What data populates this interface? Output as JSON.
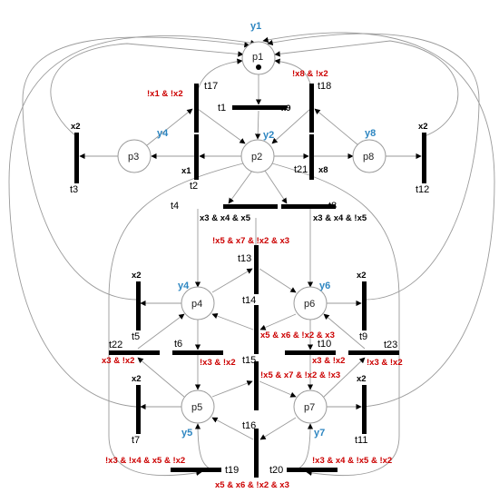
{
  "places": {
    "p1": {
      "label": "p1",
      "output": "y1"
    },
    "p2": {
      "label": "p2",
      "output": "y2"
    },
    "p3": {
      "label": "p3",
      "output": "y4"
    },
    "p8": {
      "label": "p8",
      "output": "y8"
    },
    "p4": {
      "label": "p4",
      "output": "y4"
    },
    "p6": {
      "label": "p6",
      "output": "y6"
    },
    "p5": {
      "label": "p5",
      "output": "y5"
    },
    "p7": {
      "label": "p7",
      "output": "y7"
    }
  },
  "transitions": {
    "t1": {
      "label": "t1",
      "condition": "x9"
    },
    "t2": {
      "label": "t2",
      "condition": "x1"
    },
    "t3": {
      "label": "t3",
      "condition": "x2"
    },
    "t4": {
      "label": "t4",
      "condition": "x3 & x4 & x5"
    },
    "t5": {
      "label": "t5",
      "condition": "x2"
    },
    "t6": {
      "label": "t6",
      "condition": "!x3 & !x2"
    },
    "t7": {
      "label": "t7",
      "condition": "x2"
    },
    "t8": {
      "label": "t8",
      "condition": "x3 & x4 & !x5"
    },
    "t9": {
      "label": "t9",
      "condition": "x2"
    },
    "t10": {
      "label": "t10",
      "condition": "x3 & !x2"
    },
    "t11": {
      "label": "t11",
      "condition": "x2"
    },
    "t12": {
      "label": "t12",
      "condition": "x2"
    },
    "t13": {
      "label": "t13",
      "condition": "!x5 & x7 & !x2 & x3"
    },
    "t14": {
      "label": "t14",
      "condition": "x5 & x6 & !x2 & x3"
    },
    "t15": {
      "label": "t15",
      "condition": "!x5 & x7 & !x2 & !x3"
    },
    "t16": {
      "label": "t16",
      "condition": "x5 & x6 & !x2 & x3"
    },
    "t17": {
      "label": "t17",
      "condition": "!x1 & !x2"
    },
    "t18": {
      "label": "t18",
      "condition": "!x8 & !x2"
    },
    "t19": {
      "label": "t19",
      "condition": "!x3 & !x4 & x5 & !x2"
    },
    "t20": {
      "label": "t20",
      "condition": "!x3 & x4 & !x5 & !x2"
    },
    "t21": {
      "label": "t21",
      "condition": "x8"
    },
    "t22": {
      "label": "t22",
      "condition": "x3 & !x2"
    },
    "t23": {
      "label": "t23",
      "condition": "!x3 & !x2"
    }
  }
}
